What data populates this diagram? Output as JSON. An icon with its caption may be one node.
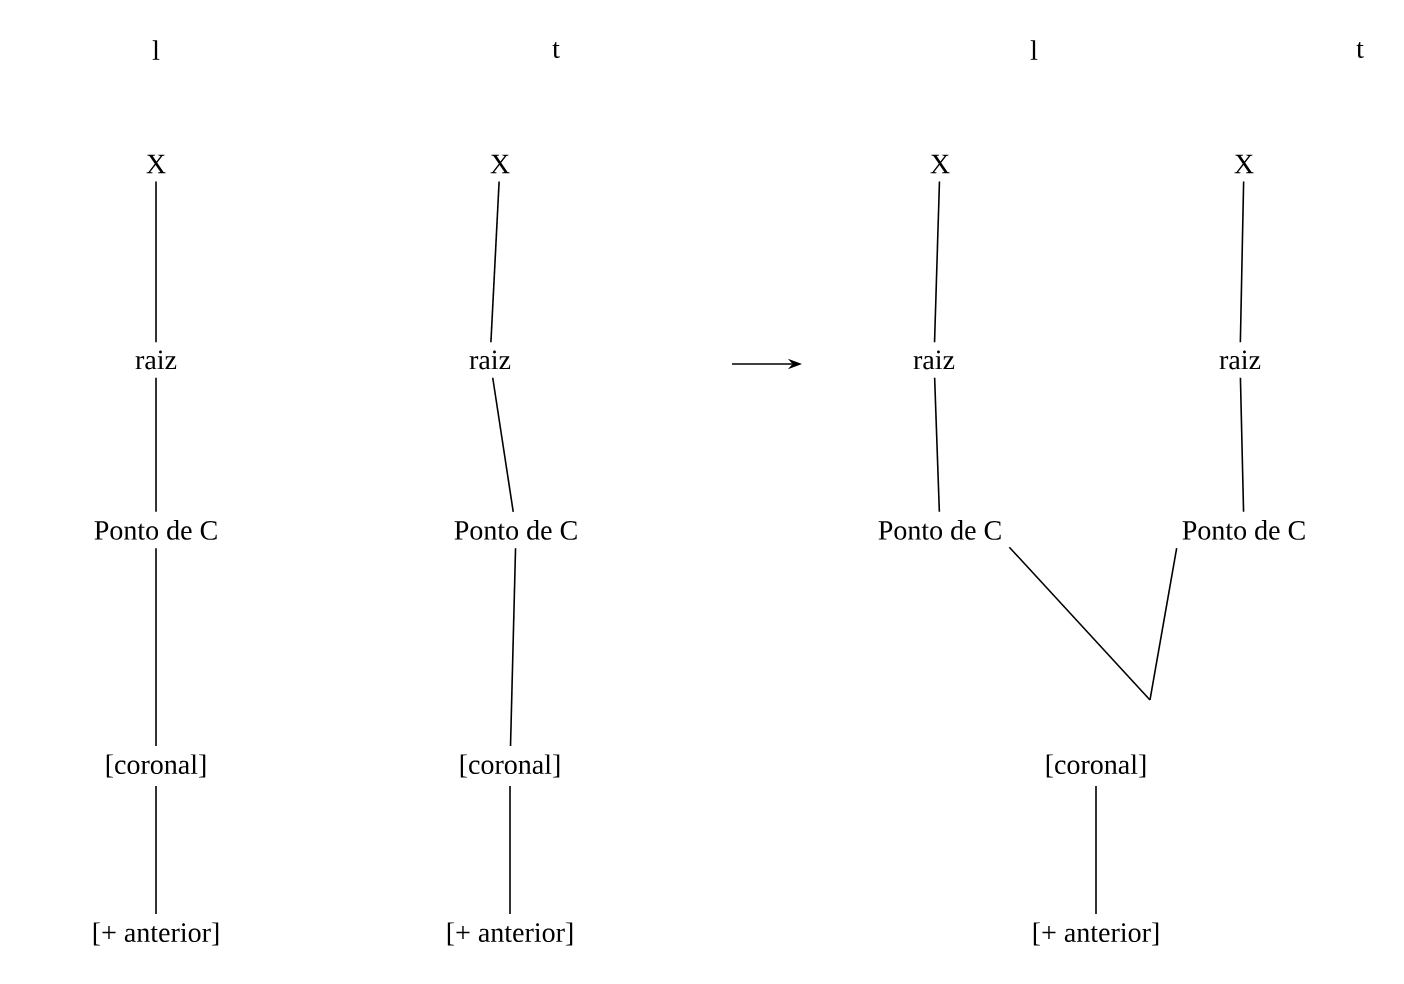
{
  "diagram": {
    "nodes": [
      {
        "text": [
          "X"
        ]
      },
      {
        "text": [
          "raiz"
        ]
      },
      {
        "text": [
          "Ponto de C"
        ]
      },
      {
        "text": [
          "[coronal]"
        ]
      },
      {
        "text": [
          "[+ anterior]"
        ]
      },
      {
        "text": [
          "X"
        ]
      },
      {
        "text": [
          "raiz"
        ]
      },
      {
        "text": [
          "Ponto de C"
        ]
      },
      {
        "text": [
          "[coronal]"
        ]
      },
      {
        "text": [
          "[+ anterior]"
        ]
      },
      {
        "text": [
          "X"
        ]
      },
      {
        "text": [
          "X"
        ]
      },
      {
        "text": [
          "raiz"
        ]
      },
      {
        "text": [
          "raiz"
        ]
      },
      {
        "text": [
          "Ponto de C"
        ]
      },
      {
        "text": [
          "Ponto de C"
        ]
      },
      {
        "text": [
          "[coronal]"
        ]
      },
      {
        "text": [
          "[+ anterior]"
        ]
      }
    ],
    "edges": [
      {
        "from": 0,
        "to": 1,
        "arrow": "none"
      },
      {
        "from": 1,
        "to": 2,
        "arrow": "none"
      },
      {
        "from": 2,
        "to": 3,
        "arrow": "none"
      },
      {
        "from": 3,
        "to": 4,
        "arrow": "none"
      },
      {
        "from": 5,
        "to": 6,
        "arrow": "none"
      },
      {
        "from": 6,
        "to": 7,
        "arrow": "none"
      },
      {
        "from": 7,
        "to": 8,
        "arrow": "none"
      },
      {
        "from": 8,
        "to": 9,
        "arrow": "none"
      },
      {
        "from": 10,
        "to": 12,
        "arrow": "none"
      },
      {
        "from": 11,
        "to": 13,
        "arrow": "none"
      },
      {
        "from": 12,
        "to": 14,
        "arrow": "none"
      },
      {
        "from": 13,
        "to": 15,
        "arrow": "none"
      },
      {
        "from": 14,
        "to": 16,
        "arrow": "none"
      },
      {
        "from": 15,
        "to": 16,
        "arrow": "none"
      },
      {
        "from": 16,
        "to": 17,
        "arrow": "none"
      }
    ],
    "labels": [
      "l",
      "t",
      "l",
      "t"
    ]
  }
}
